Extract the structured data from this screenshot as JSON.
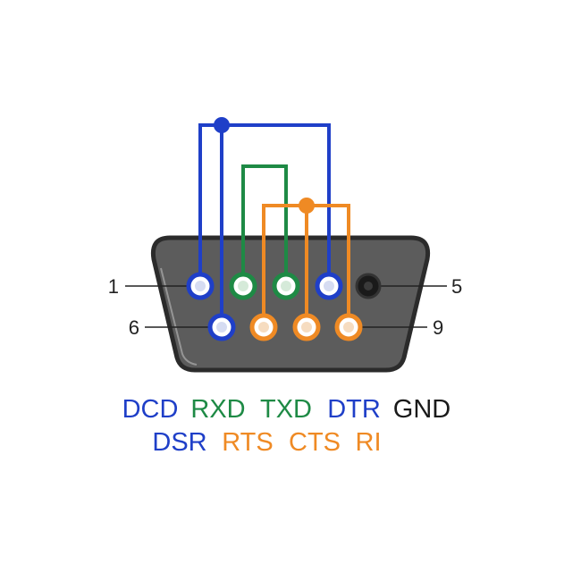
{
  "colors": {
    "blue": "#1f3fc8",
    "green": "#1e8a45",
    "orange": "#ef8a24",
    "black": "#1a1a1a",
    "shell": "#5c5c5c",
    "shell_edge": "#2b2b2b"
  },
  "pin_numbers": {
    "pin1": "1",
    "pin5": "5",
    "pin6": "6",
    "pin9": "9"
  },
  "signals": {
    "row1": [
      {
        "label": "DCD",
        "color": "blue"
      },
      {
        "label": "RXD",
        "color": "green"
      },
      {
        "label": "TXD",
        "color": "green"
      },
      {
        "label": "DTR",
        "color": "blue"
      },
      {
        "label": "GND",
        "color": "black"
      }
    ],
    "row2": [
      {
        "label": "DSR",
        "color": "blue"
      },
      {
        "label": "RTS",
        "color": "orange"
      },
      {
        "label": "CTS",
        "color": "orange"
      },
      {
        "label": "RI",
        "color": "orange"
      }
    ]
  }
}
